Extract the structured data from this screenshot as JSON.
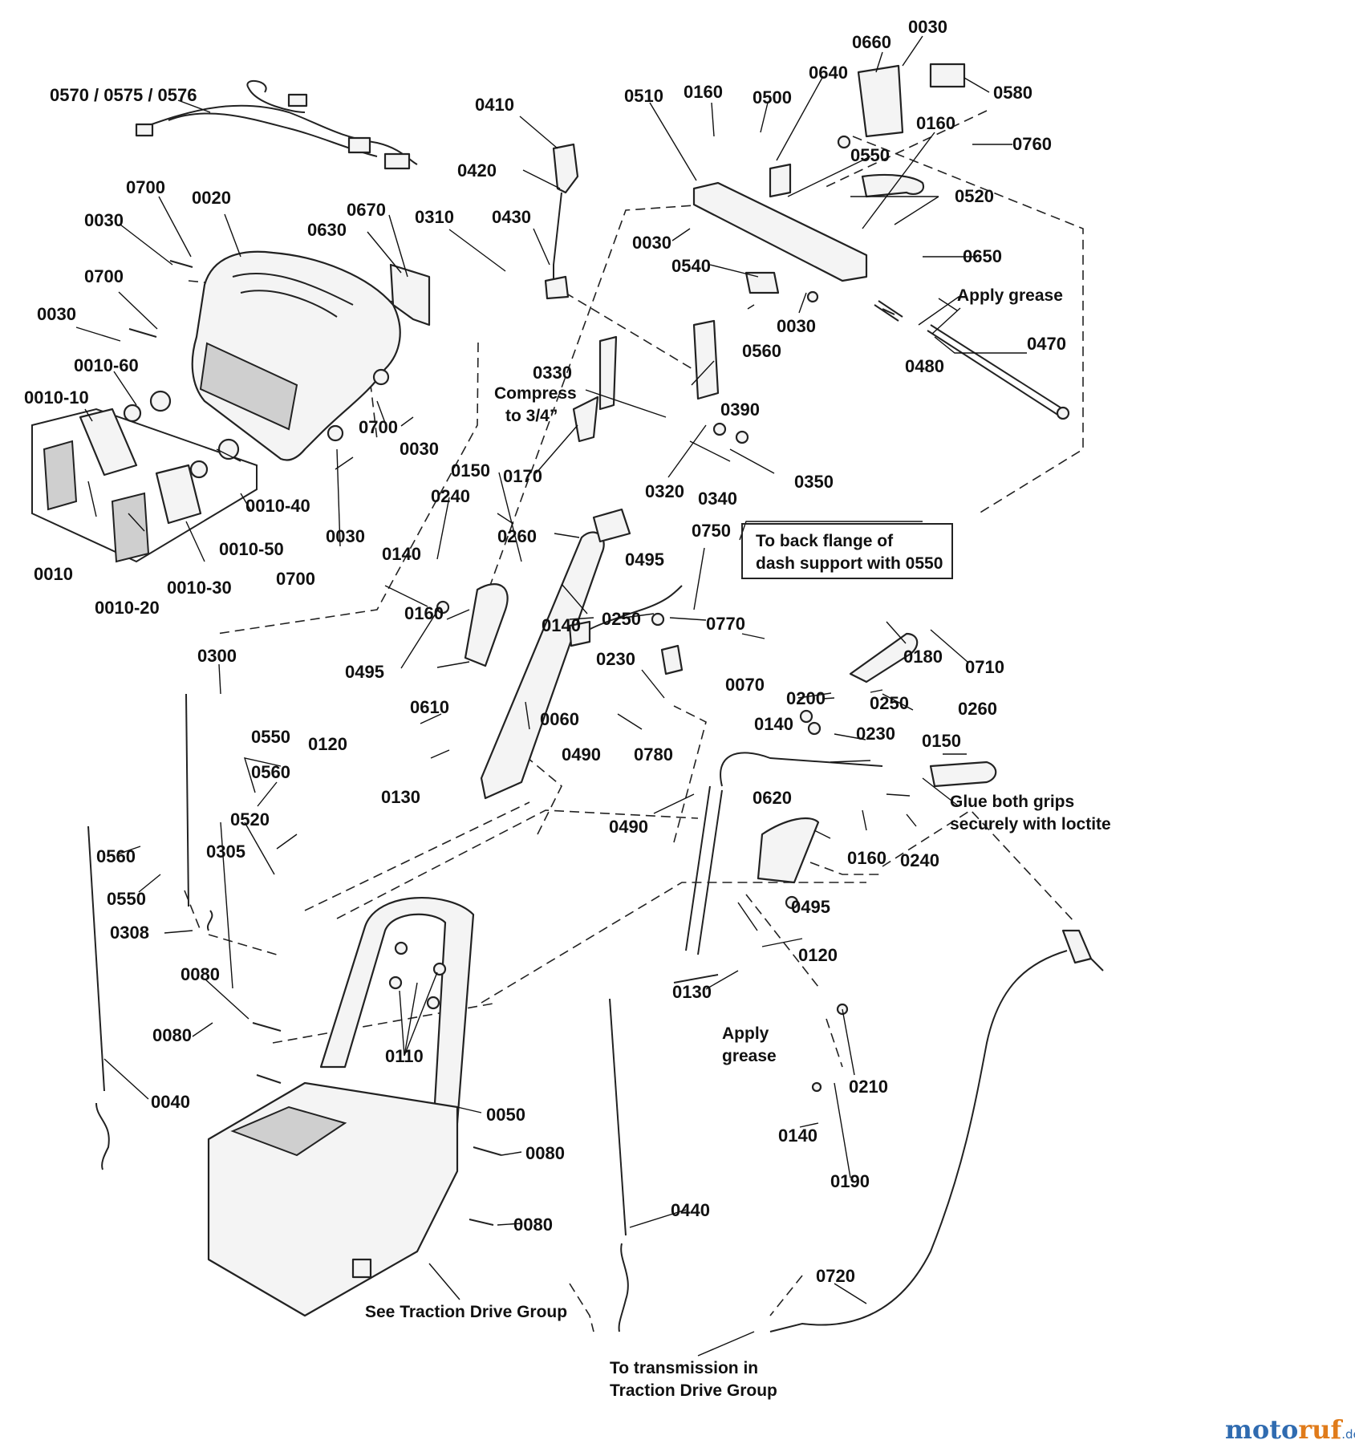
{
  "callouts": [
    {
      "key": "c0570",
      "text": "0570 / 0575 / 0576"
    },
    {
      "key": "c0410",
      "text": "0410"
    },
    {
      "key": "c0420",
      "text": "0420"
    },
    {
      "key": "c0430",
      "text": "0430"
    },
    {
      "key": "c0510",
      "text": "0510"
    },
    {
      "key": "c0160a",
      "text": "0160"
    },
    {
      "key": "c0500",
      "text": "0500"
    },
    {
      "key": "c0640",
      "text": "0640"
    },
    {
      "key": "c0660",
      "text": "0660"
    },
    {
      "key": "c0030a",
      "text": "0030"
    },
    {
      "key": "c0580",
      "text": "0580"
    },
    {
      "key": "c0160b",
      "text": "0160"
    },
    {
      "key": "c0760",
      "text": "0760"
    },
    {
      "key": "c0550a",
      "text": "0550"
    },
    {
      "key": "c0520a",
      "text": "0520"
    },
    {
      "key": "c0650",
      "text": "0650"
    },
    {
      "key": "c0030b",
      "text": "0030"
    },
    {
      "key": "c0540",
      "text": "0540"
    },
    {
      "key": "c0030c",
      "text": "0030"
    },
    {
      "key": "c0560a",
      "text": "0560"
    },
    {
      "key": "c0480",
      "text": "0480"
    },
    {
      "key": "c0470",
      "text": "0470"
    },
    {
      "key": "c0700a",
      "text": "0700"
    },
    {
      "key": "c0020",
      "text": "0020"
    },
    {
      "key": "c0030d",
      "text": "0030"
    },
    {
      "key": "c0670",
      "text": "0670"
    },
    {
      "key": "c0630",
      "text": "0630"
    },
    {
      "key": "c0310",
      "text": "0310"
    },
    {
      "key": "c0700b",
      "text": "0700"
    },
    {
      "key": "c0030e",
      "text": "0030"
    },
    {
      "key": "c0010_60",
      "text": "0010-60"
    },
    {
      "key": "c0010_10",
      "text": "0010-10"
    },
    {
      "key": "c0330",
      "text": "0330"
    },
    {
      "key": "c0390",
      "text": "0390"
    },
    {
      "key": "c0700c",
      "text": "0700"
    },
    {
      "key": "c0030f",
      "text": "0030"
    },
    {
      "key": "c0170",
      "text": "0170"
    },
    {
      "key": "c0320",
      "text": "0320"
    },
    {
      "key": "c0340",
      "text": "0340"
    },
    {
      "key": "c0350",
      "text": "0350"
    },
    {
      "key": "c0010_40",
      "text": "0010-40"
    },
    {
      "key": "c0150a",
      "text": "0150"
    },
    {
      "key": "c0240a",
      "text": "0240"
    },
    {
      "key": "c0030g",
      "text": "0030"
    },
    {
      "key": "c0010_50",
      "text": "0010-50"
    },
    {
      "key": "c0260a",
      "text": "0260"
    },
    {
      "key": "c0750",
      "text": "0750"
    },
    {
      "key": "c0010",
      "text": "0010"
    },
    {
      "key": "c0010_30",
      "text": "0010-30"
    },
    {
      "key": "c0700d",
      "text": "0700"
    },
    {
      "key": "c0140a",
      "text": "0140"
    },
    {
      "key": "c0495a",
      "text": "0495"
    },
    {
      "key": "c0010_20",
      "text": "0010-20"
    },
    {
      "key": "c0160c",
      "text": "0160"
    },
    {
      "key": "c0140b",
      "text": "0140"
    },
    {
      "key": "c0250a",
      "text": "0250"
    },
    {
      "key": "c0230a",
      "text": "0230"
    },
    {
      "key": "c0770",
      "text": "0770"
    },
    {
      "key": "c0180",
      "text": "0180"
    },
    {
      "key": "c0300",
      "text": "0300"
    },
    {
      "key": "c0495b",
      "text": "0495"
    },
    {
      "key": "c0710",
      "text": "0710"
    },
    {
      "key": "c0200",
      "text": "0200"
    },
    {
      "key": "c0070",
      "text": "0070"
    },
    {
      "key": "c0610",
      "text": "0610"
    },
    {
      "key": "c0060",
      "text": "0060"
    },
    {
      "key": "c0260b",
      "text": "0260"
    },
    {
      "key": "c0250b",
      "text": "0250"
    },
    {
      "key": "c0550b",
      "text": "0550"
    },
    {
      "key": "c0120a",
      "text": "0120"
    },
    {
      "key": "c0140c",
      "text": "0140"
    },
    {
      "key": "c0230b",
      "text": "0230"
    },
    {
      "key": "c0490a",
      "text": "0490"
    },
    {
      "key": "c0780",
      "text": "0780"
    },
    {
      "key": "c0150b",
      "text": "0150"
    },
    {
      "key": "c0560b",
      "text": "0560"
    },
    {
      "key": "c0130a",
      "text": "0130"
    },
    {
      "key": "c0520b",
      "text": "0520"
    },
    {
      "key": "c0490b",
      "text": "0490"
    },
    {
      "key": "c0620",
      "text": "0620"
    },
    {
      "key": "c0305",
      "text": "0305"
    },
    {
      "key": "c0560c",
      "text": "0560"
    },
    {
      "key": "c0160d",
      "text": "0160"
    },
    {
      "key": "c0240b",
      "text": "0240"
    },
    {
      "key": "c0550c",
      "text": "0550"
    },
    {
      "key": "c0495c",
      "text": "0495"
    },
    {
      "key": "c0308",
      "text": "0308"
    },
    {
      "key": "c0120b",
      "text": "0120"
    },
    {
      "key": "c0080a",
      "text": "0080"
    },
    {
      "key": "c0130b",
      "text": "0130"
    },
    {
      "key": "c0080b",
      "text": "0080"
    },
    {
      "key": "c0110",
      "text": "0110"
    },
    {
      "key": "c0210",
      "text": "0210"
    },
    {
      "key": "c0040",
      "text": "0040"
    },
    {
      "key": "c0050",
      "text": "0050"
    },
    {
      "key": "c0140d",
      "text": "0140"
    },
    {
      "key": "c0080c",
      "text": "0080"
    },
    {
      "key": "c0190",
      "text": "0190"
    },
    {
      "key": "c0440",
      "text": "0440"
    },
    {
      "key": "c0080d",
      "text": "0080"
    },
    {
      "key": "c0720",
      "text": "0720"
    }
  ],
  "notes": {
    "apply_grease_1": "Apply grease",
    "compress_1": "Compress",
    "compress_2": "to 3/4”",
    "boxed_note_1": "To back flange of",
    "boxed_note_2": "dash support with 0550",
    "glue_1": "Glue both grips",
    "glue_2": "securely with loctite",
    "apply_grease_2a": "Apply",
    "apply_grease_2b": "grease",
    "see_traction": "See Traction Drive Group",
    "to_transmission_1": "To transmission in",
    "to_transmission_2": "Traction Drive Group"
  },
  "watermark": {
    "part1": "moto",
    "part2": "ruf",
    "suffix": ".de"
  }
}
